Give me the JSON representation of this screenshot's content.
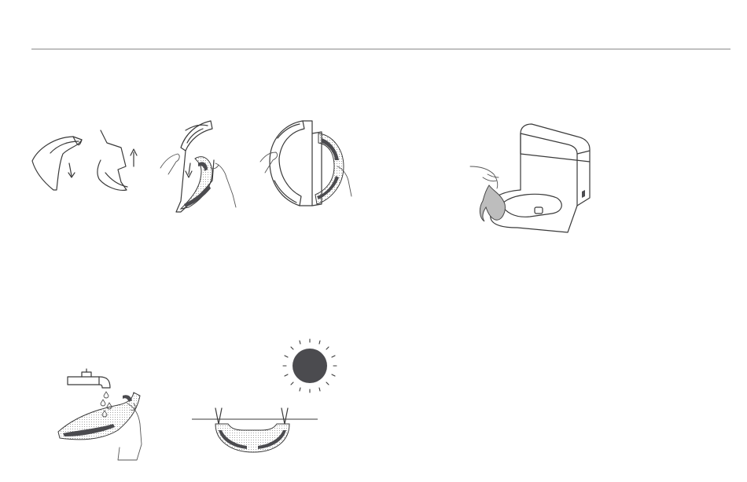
{
  "page": {
    "figures": [
      {
        "icon": "mop-pad-detach-illustration"
      },
      {
        "icon": "mop-pad-remove-from-bracket-illustration"
      },
      {
        "icon": "mop-pad-attached-illustration"
      },
      {
        "icon": "dock-wipe-cloth-illustration"
      },
      {
        "icon": "mop-pad-rinse-tap-illustration"
      },
      {
        "icon": "mop-pad-hang-dry-sun-illustration"
      }
    ],
    "colors": {
      "line": "#3a3a3a",
      "pad": "#4b4b4f",
      "rule": "#8a8a8a"
    }
  }
}
